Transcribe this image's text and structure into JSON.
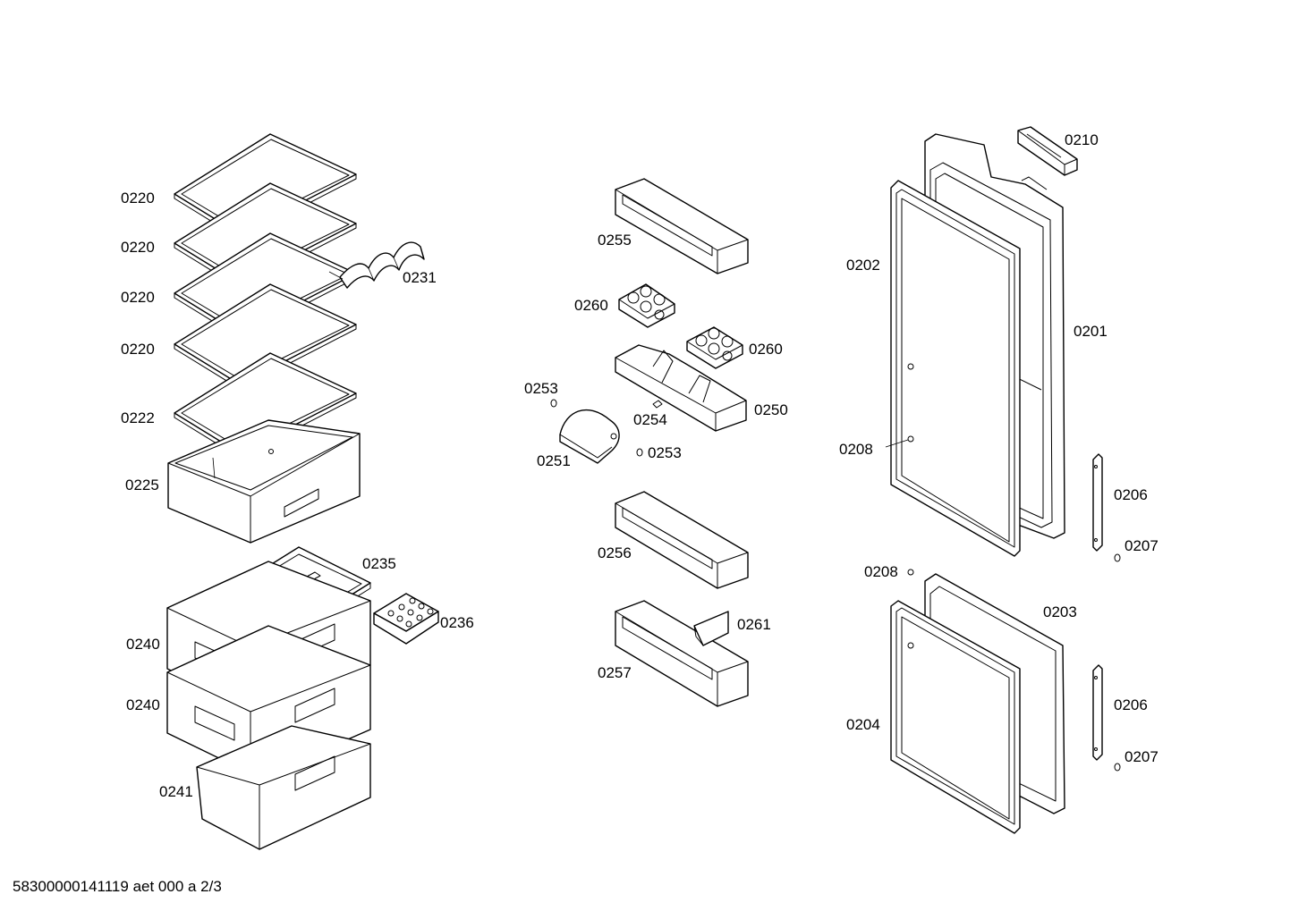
{
  "labels": {
    "shelf_1": "0220",
    "shelf_2": "0220",
    "shelf_3": "0220",
    "shelf_4": "0220",
    "glass_shelf": "0222",
    "bottle_rack": "0231",
    "crisper_box": "0225",
    "freezer_tray": "0235",
    "ice_cube_tray": "0236",
    "freezer_drawer_1": "0240",
    "freezer_drawer_2": "0240",
    "freezer_drawer_bottom": "0241",
    "door_shelf_top": "0255",
    "egg_tray_1": "0260",
    "egg_tray_2": "0260",
    "pin_1": "0253",
    "pin_2": "0253",
    "hinge_pin": "0254",
    "butter_shelf": "0250",
    "butter_lid": "0251",
    "door_shelf_middle": "0256",
    "door_shelf_bottom": "0257",
    "bottle_divider": "0261",
    "handle": "0210",
    "fridge_gasket": "0202",
    "fridge_door": "0201",
    "fridge_screw": "0208",
    "freezer_screw": "0208",
    "fridge_hinge": "0206",
    "fridge_cap": "0207",
    "freezer_door": "0203",
    "freezer_gasket": "0204",
    "freezer_hinge": "0206",
    "freezer_cap": "0207"
  },
  "footer": "58300000141119 aet 000 a 2/3"
}
